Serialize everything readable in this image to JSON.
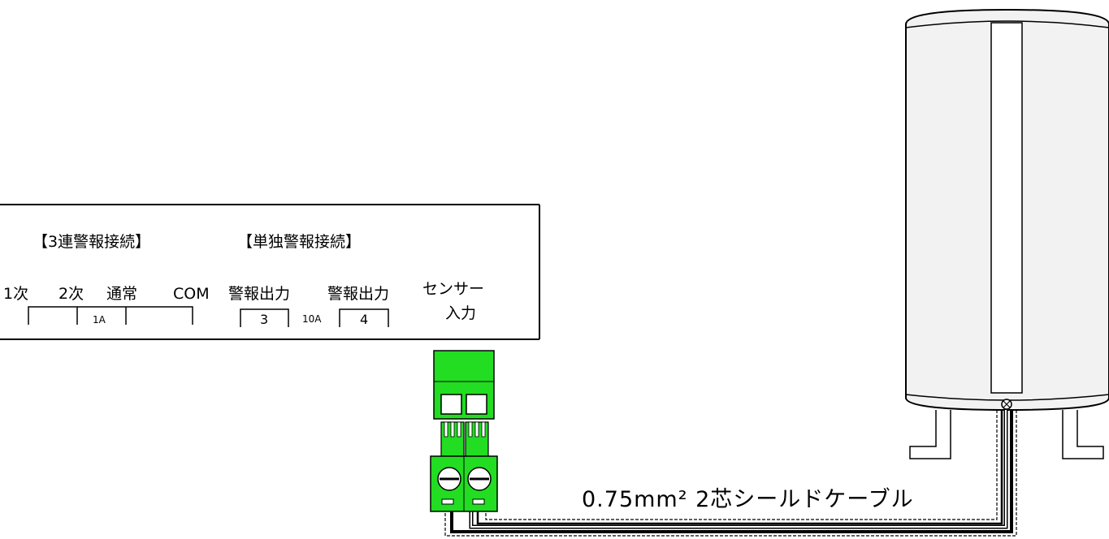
{
  "panel": {
    "header_three": "【3連警報接続】",
    "header_single": "【単独警報接続】",
    "terminals": {
      "primary": "1次",
      "secondary": "2次",
      "normal": "通常",
      "com": "COM",
      "alarm_out_3": "警報出力",
      "alarm_out_4": "警報出力",
      "sensor_line1": "センサー",
      "sensor_line2": "入力"
    },
    "ratings": {
      "relay_1a": "1A",
      "relay_10a": "10A"
    },
    "terminal_numbers": {
      "n3": "3",
      "n4": "4"
    }
  },
  "cable": {
    "label": "0.75mm² 2芯シールドケーブル"
  },
  "colors": {
    "connector_green": "#22dd22",
    "tank_fill": "#f2f2f2",
    "line": "#000000"
  }
}
